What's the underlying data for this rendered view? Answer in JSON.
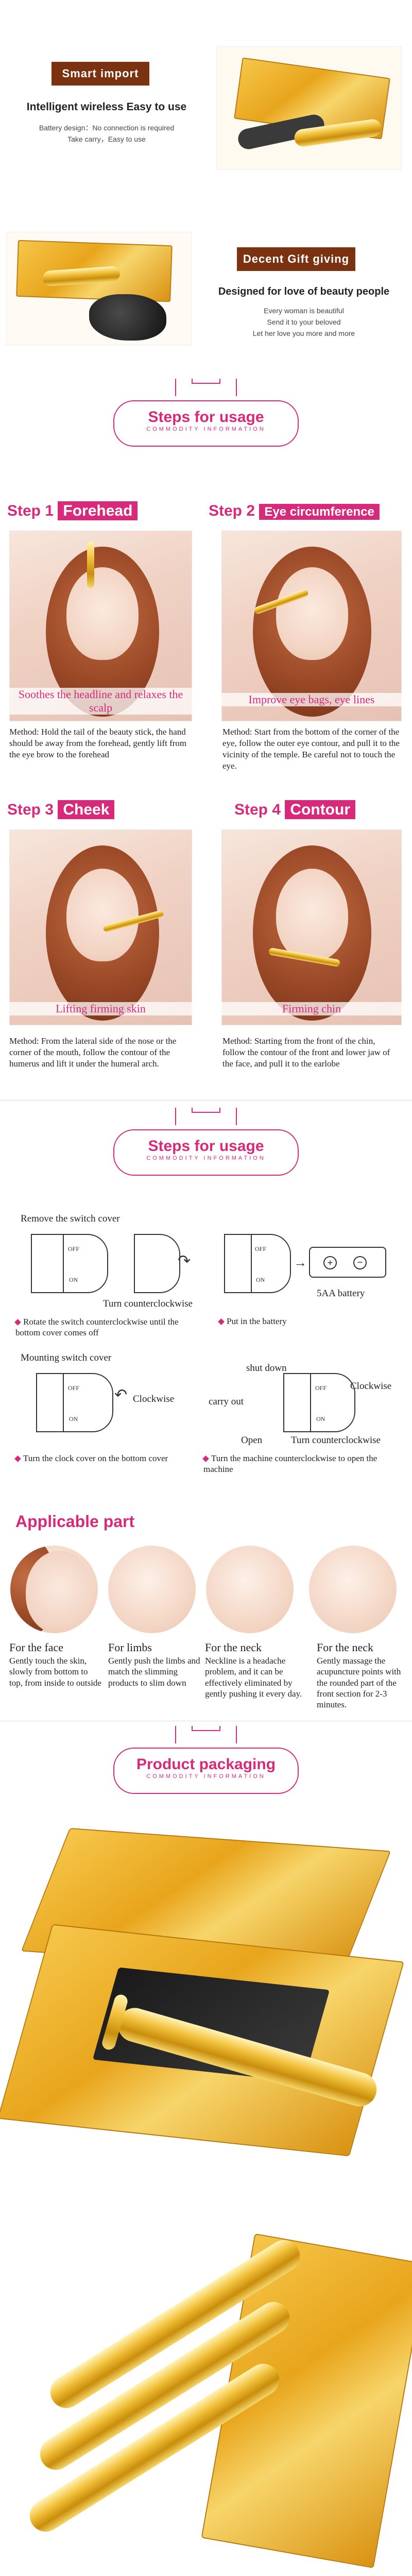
{
  "top": {
    "smart_import": "Smart import",
    "headline": "Intelligent wireless Easy to use",
    "line1": "Battery design：No connection is required",
    "line2": "Take carry，Easy to use"
  },
  "gift": {
    "label": "Decent Gift giving",
    "headline": "Designed for love of beauty people",
    "line1": "Every woman is beautiful",
    "line2": "Send it to your beloved",
    "line3": "Let her love you more and more"
  },
  "usage1": {
    "title": "Steps for usage",
    "sub": "COMMODITY INFORMATION"
  },
  "steps": [
    {
      "num": "Step 1",
      "name": "Forehead",
      "caption": "Soothes the headline and relaxes the scalp",
      "method": "Method: Hold the tail of the beauty stick, the hand should be away from the forehead, gently lift from the eye brow to the forehead"
    },
    {
      "num": "Step 2",
      "name": "Eye circumference",
      "caption": "Improve eye bags, eye lines",
      "method": "Method: Start from the bottom of the corner of the eye, follow the outer eye contour, and pull it to the vicinity of the temple. Be careful not to touch the eye."
    },
    {
      "num": "Step 3",
      "name": "Cheek",
      "caption": "Lifting firming skin",
      "method": "Method: From the lateral side of the nose or the corner of the mouth, follow the contour of the humerus and lift it under the humeral arch."
    },
    {
      "num": "Step 4",
      "name": "Contour",
      "caption": "Firming chin",
      "method": "Method: Starting from the front of the chin, follow the contour of the front and lower jaw of the face, and pull it to the earlobe"
    }
  ],
  "usage2": {
    "title": "Steps for usage",
    "sub": "COMMODITY INFORMATION"
  },
  "battery": {
    "remove": "Remove the switch cover",
    "turn_ccw": "Turn counterclockwise",
    "battery": "5AA battery",
    "note_rotate": "Rotate the switch counterclockwise until the bottom cover comes off",
    "note_put": "Put in the battery",
    "mounting": "Mounting switch cover",
    "clockwise": "Clockwise",
    "carry_out": "carry out",
    "shut_down": "shut down",
    "clockwise2": "Clockwise",
    "open": "Open",
    "ccw2": "Turn counterclockwise",
    "note_clock": "Turn the clock cover on the bottom cover",
    "note_machine": "Turn the machine counterclockwise to open the machine",
    "switch_off": "OFF",
    "switch_on": "ON"
  },
  "applicable": {
    "title": "Applicable part",
    "parts": [
      {
        "name": "For the face",
        "desc": "Gently touch the skin, slowly from bottom to top, from inside to outside"
      },
      {
        "name": "For limbs",
        "desc": "Gently push the limbs and match the slimming products to slim down"
      },
      {
        "name": "For the neck",
        "desc": "Neckline is a headache problem, and it can be effectively eliminated by gently pushing it every day."
      },
      {
        "name": "For the neck",
        "desc": "Gently massage the acupuncture points with the rounded part of the front section for 2-3 minutes."
      }
    ]
  },
  "packaging": {
    "title": "Product packaging",
    "sub": "COMMODITY INFORMATION"
  },
  "colors": {
    "accent": "#d72a7a",
    "banner": "#7a3210",
    "gold": "#f2c23c"
  }
}
